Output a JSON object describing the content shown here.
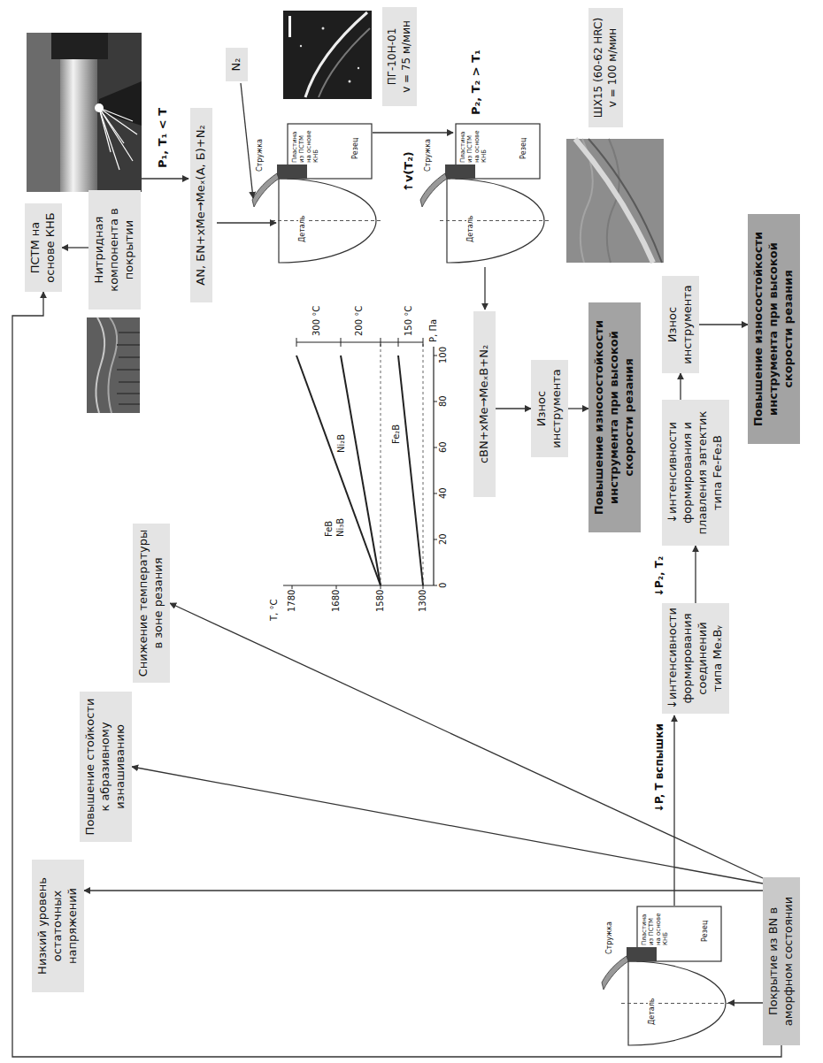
{
  "diagram": {
    "nodes": [
      {
        "text": [
          "ПСТМ на основе КНБ"
        ]
      },
      {
        "text": [
          "Нитридная компонента в покрытии"
        ]
      },
      {
        "text": [
          "ПГ-10Н-01",
          "v = 75 м/мин"
        ]
      },
      {
        "text": [
          "N₂"
        ]
      },
      {
        "text": [
          "AN, БN+xMe→Meₓ(A, Б)+N₂"
        ]
      },
      {
        "text": [
          "cBN+xMe→MeₓB+N₂"
        ]
      },
      {
        "text": [
          "ШХ15 (60-62 HRC)",
          "v = 100 м/мин"
        ]
      },
      {
        "text": [
          "Износ инструмента"
        ]
      },
      {
        "text": [
          "Повышение износостойкости инструмента при высокой скорости резания"
        ]
      },
      {
        "text": [
          "Низкий уровень остаточных напряжений"
        ]
      },
      {
        "text": [
          "Повышение стойкости к абразивному изнашиванию"
        ]
      },
      {
        "text": [
          "Снижение температуры в зоне резания"
        ]
      },
      {
        "text": [
          "Покрытие из BN в аморфном состоянии"
        ]
      },
      {
        "text": [
          "↓интенсивности формирования соединений типа MeₓBᵧ"
        ]
      },
      {
        "text": [
          "↓интенсивности формирования и плавления эвтектик типа Fe-Fe₂B"
        ]
      },
      {
        "text": [
          "Износ инструмента"
        ]
      },
      {
        "text": [
          "Повышение износостойкости инструмента при высокой скорости резания"
        ]
      }
    ],
    "edges": [
      {
        "from": 1,
        "to": 0,
        "arrow": "to"
      },
      {
        "from": 12,
        "to": 0,
        "arrow": "to"
      },
      {
        "from": 12,
        "to": 9,
        "arrow": "to"
      },
      {
        "from": 12,
        "to": 10,
        "arrow": "to"
      },
      {
        "from": 12,
        "to": 11,
        "arrow": "to"
      },
      {
        "from": 5,
        "to": 7,
        "arrow": "to"
      },
      {
        "from": 7,
        "to": 8,
        "arrow": "to"
      },
      {
        "from": 13,
        "to": 14,
        "arrow": "to"
      },
      {
        "from": 14,
        "to": 15,
        "arrow": "to"
      },
      {
        "from": 15,
        "to": 16,
        "arrow": "to"
      }
    ],
    "labels": [
      "P₁, T₁ < T",
      "↑v(T₂)",
      "P₂, T₂ > T₁",
      "↓P, T вспышки",
      "↓P₂, T₂",
      "T, °C",
      "1780",
      "1680",
      "1580",
      "1300",
      "0",
      "20",
      "40",
      "60",
      "80",
      "100",
      "P, Па",
      "FeB",
      "Ni₃B",
      "Ni₂B",
      "Fe₂B",
      "300 °C",
      "200 °C",
      "150 °C",
      "Стружка",
      "Деталь",
      "Резец",
      "Пластина из ПСТМ на основе КНБ",
      "Стружка",
      "Деталь",
      "Резец",
      "Пластина из ПСТМ на основе КНБ",
      "Стружка",
      "Деталь",
      "Резец",
      "Пластина из ПСТМ на основе КНБ"
    ]
  }
}
